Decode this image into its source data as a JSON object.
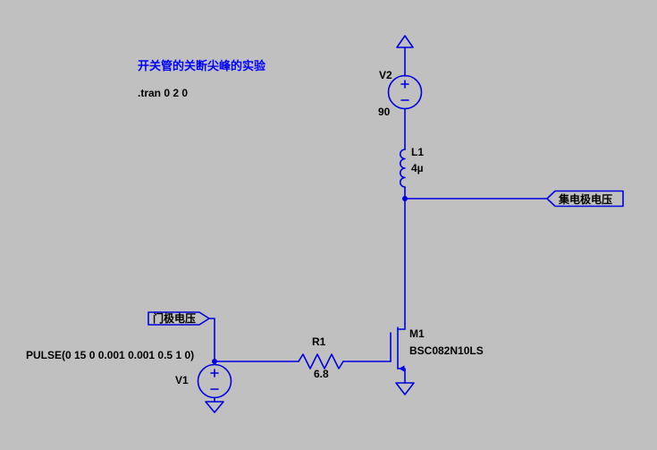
{
  "colors": {
    "background": "#C0C0C0",
    "wire": "#0000E0",
    "comment": "#0000FF",
    "label": "#000000"
  },
  "annotations": {
    "comment": "开关管的关断尖峰的实验",
    "spice_directive": ".tran 0 2 0"
  },
  "components": {
    "v2": {
      "designator": "V2",
      "value": "90"
    },
    "l1": {
      "designator": "L1",
      "value": "4µ"
    },
    "r1": {
      "designator": "R1",
      "value": "6.8"
    },
    "m1": {
      "designator": "M1",
      "value": "BSC082N10LS"
    },
    "v1": {
      "designator": "V1",
      "value": "PULSE(0 15 0 0.001 0.001 0.5 1 0)"
    }
  },
  "net_labels": {
    "collector": "集电极电压",
    "gate": "门极电压"
  }
}
